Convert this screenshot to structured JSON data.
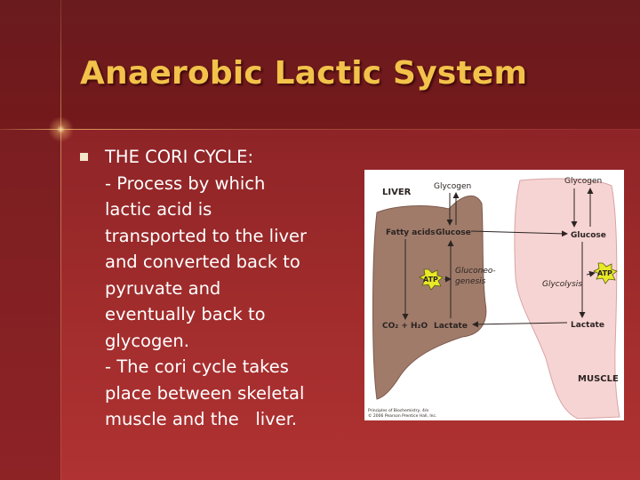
{
  "slide": {
    "title": "Anaerobic Lactic System",
    "bullet_lines": [
      "THE CORI CYCLE:",
      "- Process by which",
      "lactic acid is",
      "transported to the liver",
      "and converted back to",
      "pyruvate and",
      "eventually back to",
      "glycogen.",
      "- The cori cycle takes",
      "place between skeletal",
      "muscle and the   liver."
    ]
  },
  "figure": {
    "liver_label": "LIVER",
    "muscle_label": "MUSCLE",
    "glycogen_liver": "Glycogen",
    "glycogen_muscle": "Glycogen",
    "fatty_acids": "Fatty acids",
    "glucose_liver": "Glucose",
    "glucose_muscle": "Glucose",
    "gluconeo_line1": "Gluconeo-",
    "gluconeo_line2": "genesis",
    "glycolysis": "Glycolysis",
    "atp_left": "ATP",
    "atp_right": "ATP",
    "co2_h2o": "CO₂ + H₂O",
    "lactate_liver": "Lactate",
    "lactate_muscle": "Lactate",
    "credit_line1": "Principles of Biochemistry, 4/e",
    "credit_line2": "© 2006 Pearson Prentice Hall, Inc.",
    "colors": {
      "liver": "#a07b6a",
      "muscle": "#f6d4d3",
      "atp": "#e8ea28",
      "arrow": "#2b2422"
    }
  }
}
